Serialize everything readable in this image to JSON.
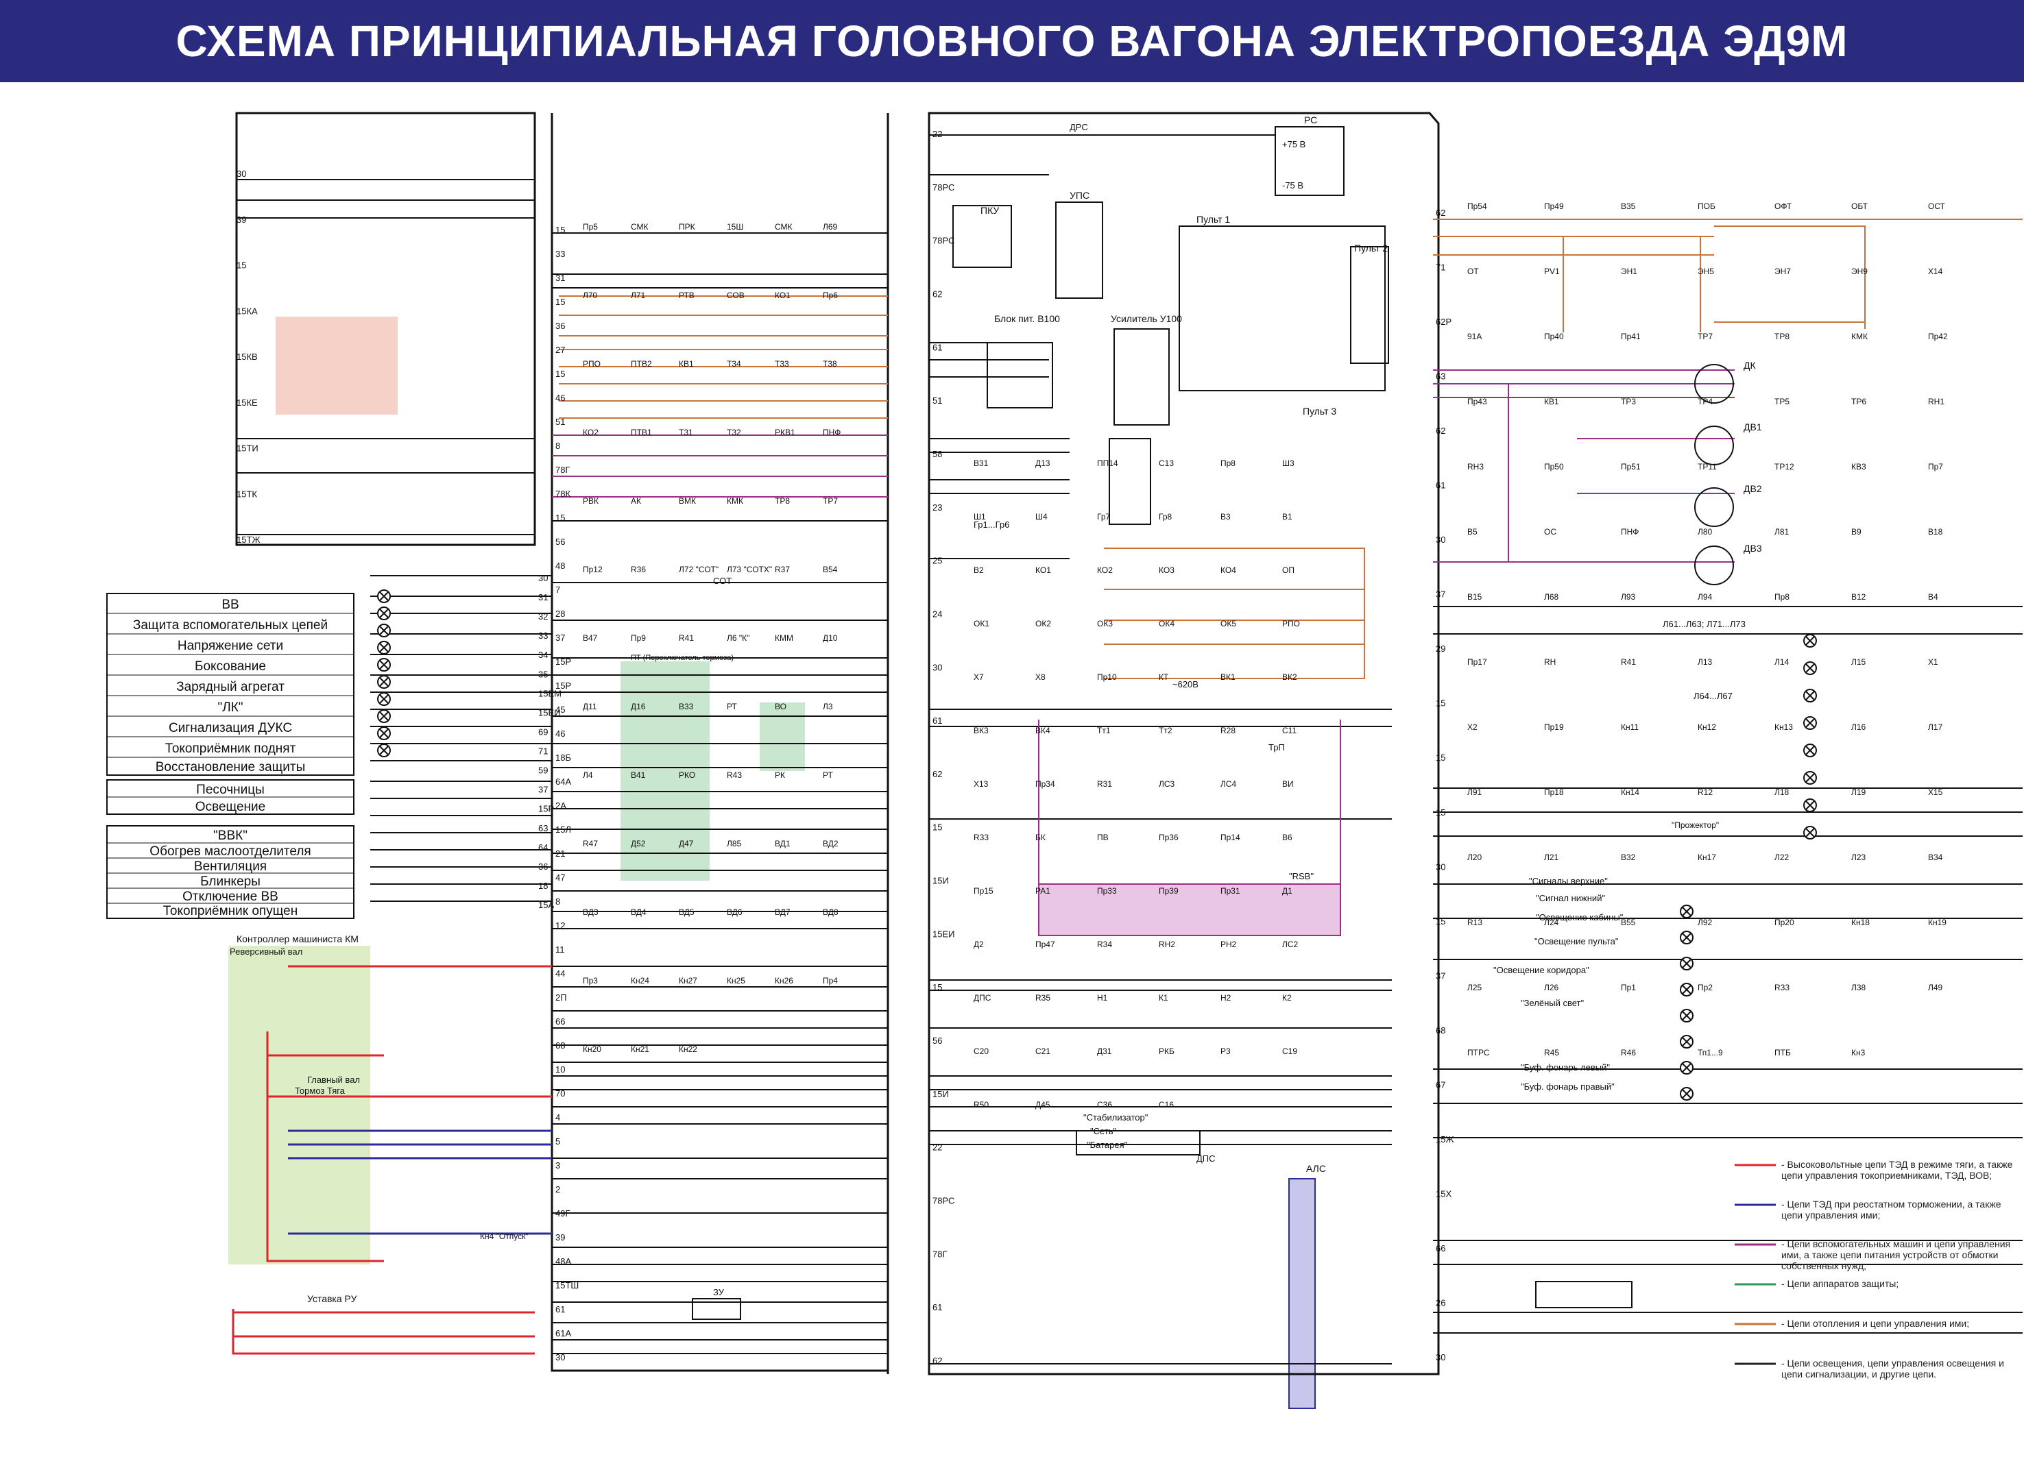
{
  "title": "СХЕМА ПРИНЦИПИАЛЬНАЯ ГОЛОВНОГО ВАГОНА ЭЛЕКТРОПОЕЗДА ЭД9М",
  "colors": {
    "header": "#2a2b7f",
    "high_voltage": "#e0242a",
    "brake": "#2b2b9e",
    "aux": "#9b2f86",
    "protection": "#2a9a55",
    "heating": "#c8733a",
    "lighting": "#222222",
    "highlight_green": "#bfe3c6",
    "highlight_red": "#f5c9bd",
    "highlight_purple": "#e9c6e6",
    "highlight_lavender": "#c9c6ee"
  },
  "signal_panel": {
    "group1": [
      "ВВ",
      "Защита вспомогательных цепей",
      "Напряжение сети",
      "Боксование",
      "Зарядный агрегат",
      "\"ЛК\"",
      "Сигнализация ДУКС",
      "Токоприёмник поднят",
      "Восстановление защиты"
    ],
    "group2": [
      "Песочницы",
      "Освещение"
    ],
    "group3": [
      "\"ВВК\"",
      "Обогрев маслоотделителя",
      "Вентиляция",
      "Блинкеры",
      "Отключение ВВ",
      "Токоприёмник опущен"
    ]
  },
  "labels": {
    "controller": "Контроллер машиниста КМ",
    "reverse_shaft": "Реверсивный вал",
    "main_shaft": "Главный вал",
    "brake_traction": "Тормоз       Тяга",
    "ustavka": "Уставка РУ",
    "block_power": "Блок пит. В100",
    "amplifier": "Усилитель У100",
    "pult1": "Пульт 1",
    "pult2": "Пульт 2",
    "pult3": "Пульт 3",
    "pku": "ПКУ",
    "ups": "УПС",
    "rs": "РС",
    "plus75": "+75 В",
    "minus75": "-75 В",
    "als": "АЛС",
    "stabilizer": "\"Стабилизатор\"",
    "network": "\"Сеть\"",
    "battery": "\"Батарея\"",
    "sot": "СОТ",
    "tp": "ТрП",
    "zu": "ЗУ",
    "drs": "ДРС",
    "dps": "ДПС",
    "rsb": "\"RSB\"",
    "620v": "~620В",
    "gr": "Гр1...Гр6",
    "tp_switch": "ПТ (Переключатель тормоза)",
    "lights_top": "\"Сигналы верхние\"",
    "light_low": "\"Сигнал нижний\"",
    "cab_light": "\"Освещение кабины\"",
    "panel_light": "\"Освещение пульта\"",
    "corridor_light": "\"Освещение коридора\"",
    "green_light": "\"Зелёный свет\"",
    "buf_left": "\"Буф. фонарь левый\"",
    "buf_right": "\"Буф. фонарь правый\"",
    "projector": "\"Прожектор\"",
    "lamp_groups": [
      "Л61...Л63; Л71...Л73",
      "Л64...Л67"
    ],
    "motors": [
      "ДК",
      "ДВ1",
      "ДВ2",
      "ДВ3"
    ],
    "release": "Кн4 \"Отпуск\""
  },
  "left_wires": [
    "30",
    "39",
    "15",
    "15КА",
    "15КВ",
    "15КЕ",
    "15ТИ",
    "15ТК",
    "15ТЖ"
  ],
  "mid_left_wires": [
    "30",
    "31",
    "32",
    "33",
    "34",
    "35",
    "15ЕМ",
    "15ЕИ",
    "69",
    "71",
    "59",
    "37",
    "15Р",
    "63",
    "64",
    "36",
    "18",
    "15А"
  ],
  "mid_wires": [
    "15",
    "33",
    "31",
    "15",
    "36",
    "27",
    "15",
    "46",
    "51",
    "8",
    "78Г",
    "78К",
    "15",
    "56",
    "48",
    "7",
    "28",
    "37",
    "15Р",
    "15Р",
    "45",
    "46",
    "18Б",
    "64А",
    "2А",
    "15Л",
    "21",
    "47",
    "8",
    "12",
    "11",
    "44",
    "2П",
    "66",
    "68",
    "10",
    "70",
    "4",
    "5",
    "3",
    "2",
    "49Г",
    "39",
    "48А",
    "15ТШ",
    "61",
    "61А",
    "30"
  ],
  "center_wires": [
    "22",
    "78РС",
    "78РС",
    "62",
    "61",
    "51",
    "58",
    "23",
    "25",
    "24",
    "30",
    "61",
    "62",
    "15",
    "15И",
    "15ЕИ",
    "15",
    "56",
    "15И",
    "22",
    "78РС",
    "78Г",
    "61",
    "62"
  ],
  "right_wires": [
    "62",
    "71",
    "62Р",
    "63",
    "62",
    "61",
    "30",
    "37",
    "29",
    "15",
    "15",
    "15",
    "30",
    "15",
    "37",
    "68",
    "67",
    "15Ж",
    "15Х",
    "66",
    "26",
    "30"
  ],
  "components_mid": [
    "Пр5",
    "СМК",
    "ПРК",
    "15Ш",
    "СМК",
    "Л69",
    "Л70",
    "Л71",
    "РТВ",
    "СОВ",
    "КО1",
    "Пр6",
    "РПО",
    "ПТВ2",
    "КВ1",
    "Т34",
    "Т33",
    "Т38",
    "КО2",
    "ПТВ1",
    "Т31",
    "Т32",
    "РКВ1",
    "ПНФ",
    "РВК",
    "АК",
    "ВМК",
    "КМК",
    "ТР8",
    "ТР7",
    "Пр12",
    "R36",
    "Л72 \"СОТ\"",
    "Л73 \"СОТХ\"",
    "R37",
    "В54",
    "В47",
    "Пр9",
    "R41",
    "Л6 \"К\"",
    "КММ",
    "Д10",
    "Д11",
    "Д16",
    "В33",
    "РТ",
    "ВО",
    "Л3",
    "Л4",
    "В41",
    "РКО",
    "R43",
    "РК",
    "РТ",
    "R47",
    "Д52",
    "Д47",
    "Л85",
    "ВД1",
    "ВД2",
    "ВД3",
    "ВД4",
    "ВД5",
    "ВД6",
    "ВД7",
    "ВД8",
    "Пр3",
    "Кн24",
    "Кн27",
    "Кн25",
    "Кн26",
    "Пр4",
    "Кн20",
    "Кн21",
    "Кн22"
  ],
  "components_center": [
    "В31",
    "Д13",
    "ПП14",
    "С13",
    "Пр8",
    "Ш3",
    "Ш1",
    "Ш4",
    "Гр7",
    "Гр8",
    "В3",
    "В1",
    "В2",
    "КО1",
    "КО2",
    "КО3",
    "КО4",
    "ОП",
    "ОК1",
    "ОК2",
    "ОК3",
    "ОК4",
    "ОК5",
    "РПО",
    "Х7",
    "Х8",
    "Пр10",
    "КТ",
    "ВК1",
    "ВК2",
    "ВК3",
    "ВК4",
    "Тт1",
    "Тт2",
    "R28",
    "С11",
    "Х13",
    "Пр34",
    "R31",
    "ЛС3",
    "ЛС4",
    "ВИ",
    "R33",
    "БК",
    "ПВ",
    "Пр36",
    "Пр14",
    "В6",
    "Пр15",
    "РА1",
    "Пр33",
    "Пр39",
    "Пр31",
    "Д1",
    "Д2",
    "Пр47",
    "R34",
    "RН2",
    "РН2",
    "ЛС2",
    "ДПС",
    "R35",
    "Н1",
    "К1",
    "Н2",
    "К2",
    "С20",
    "С21",
    "Д31",
    "РКБ",
    "Р3",
    "С19",
    "R50",
    "Д45",
    "С36",
    "С16"
  ],
  "components_right": [
    "Пр54",
    "Пр49",
    "В35",
    "ПОБ",
    "ОФТ",
    "ОБТ",
    "ОСТ",
    "ОТ",
    "РV1",
    "ЭН1",
    "ЭН5",
    "ЭН7",
    "ЭН9",
    "Х14",
    "91А",
    "Пр40",
    "Пр41",
    "ТР7",
    "ТР8",
    "КМК",
    "Пр42",
    "Пр43",
    "КВ1",
    "ТР3",
    "ТР4",
    "ТР5",
    "ТР6",
    "RН1",
    "RН3",
    "Пр50",
    "Пр51",
    "ТР11",
    "ТР12",
    "КВ3",
    "Пр7",
    "В5",
    "ОС",
    "ПНФ",
    "Л80",
    "Л81",
    "В9",
    "В18",
    "В15",
    "Л68",
    "Л93",
    "Л94",
    "Пр8",
    "В12",
    "В4",
    "Пр17",
    "RН",
    "R41",
    "Л13",
    "Л14",
    "Л15",
    "Х1",
    "Х2",
    "Пр19",
    "Кн11",
    "Кн12",
    "Кн13",
    "Л16",
    "Л17",
    "Л91",
    "Пр18",
    "Кн14",
    "R12",
    "Л18",
    "Л19",
    "Х15",
    "Л20",
    "Л21",
    "В32",
    "Кн17",
    "Л22",
    "Л23",
    "В34",
    "R13",
    "Л24",
    "В55",
    "Л92",
    "Пр20",
    "Кн18",
    "Кн19",
    "Л25",
    "Л26",
    "Пр1",
    "Пр2",
    "R33",
    "Л38",
    "Л49",
    "ПТРС",
    "R45",
    "R46",
    "Тп1...9",
    "ПТБ",
    "Кн3"
  ],
  "legend": [
    {
      "text": "- Высоковольтные цепи ТЭД в режиме тяги, а также цепи управления токоприемниками, ТЭД, ВОВ;",
      "color": "#e0242a"
    },
    {
      "text": "- Цепи ТЭД при реостатном торможении, а также цепи управления ими;",
      "color": "#2b2b9e"
    },
    {
      "text": "- Цепи вспомогательных машин и цепи управления ими, а также цепи питания устройств от обмотки собственных нужд;",
      "color": "#9b2f86"
    },
    {
      "text": "- Цепи аппаратов защиты;",
      "color": "#2a9a55"
    },
    {
      "text": "- Цепи отопления и цепи управления ими;",
      "color": "#c8733a"
    },
    {
      "text": "- Цепи освещения, цепи управления освещения и цепи сигнализации, и другие цепи.",
      "color": "#222222"
    }
  ]
}
